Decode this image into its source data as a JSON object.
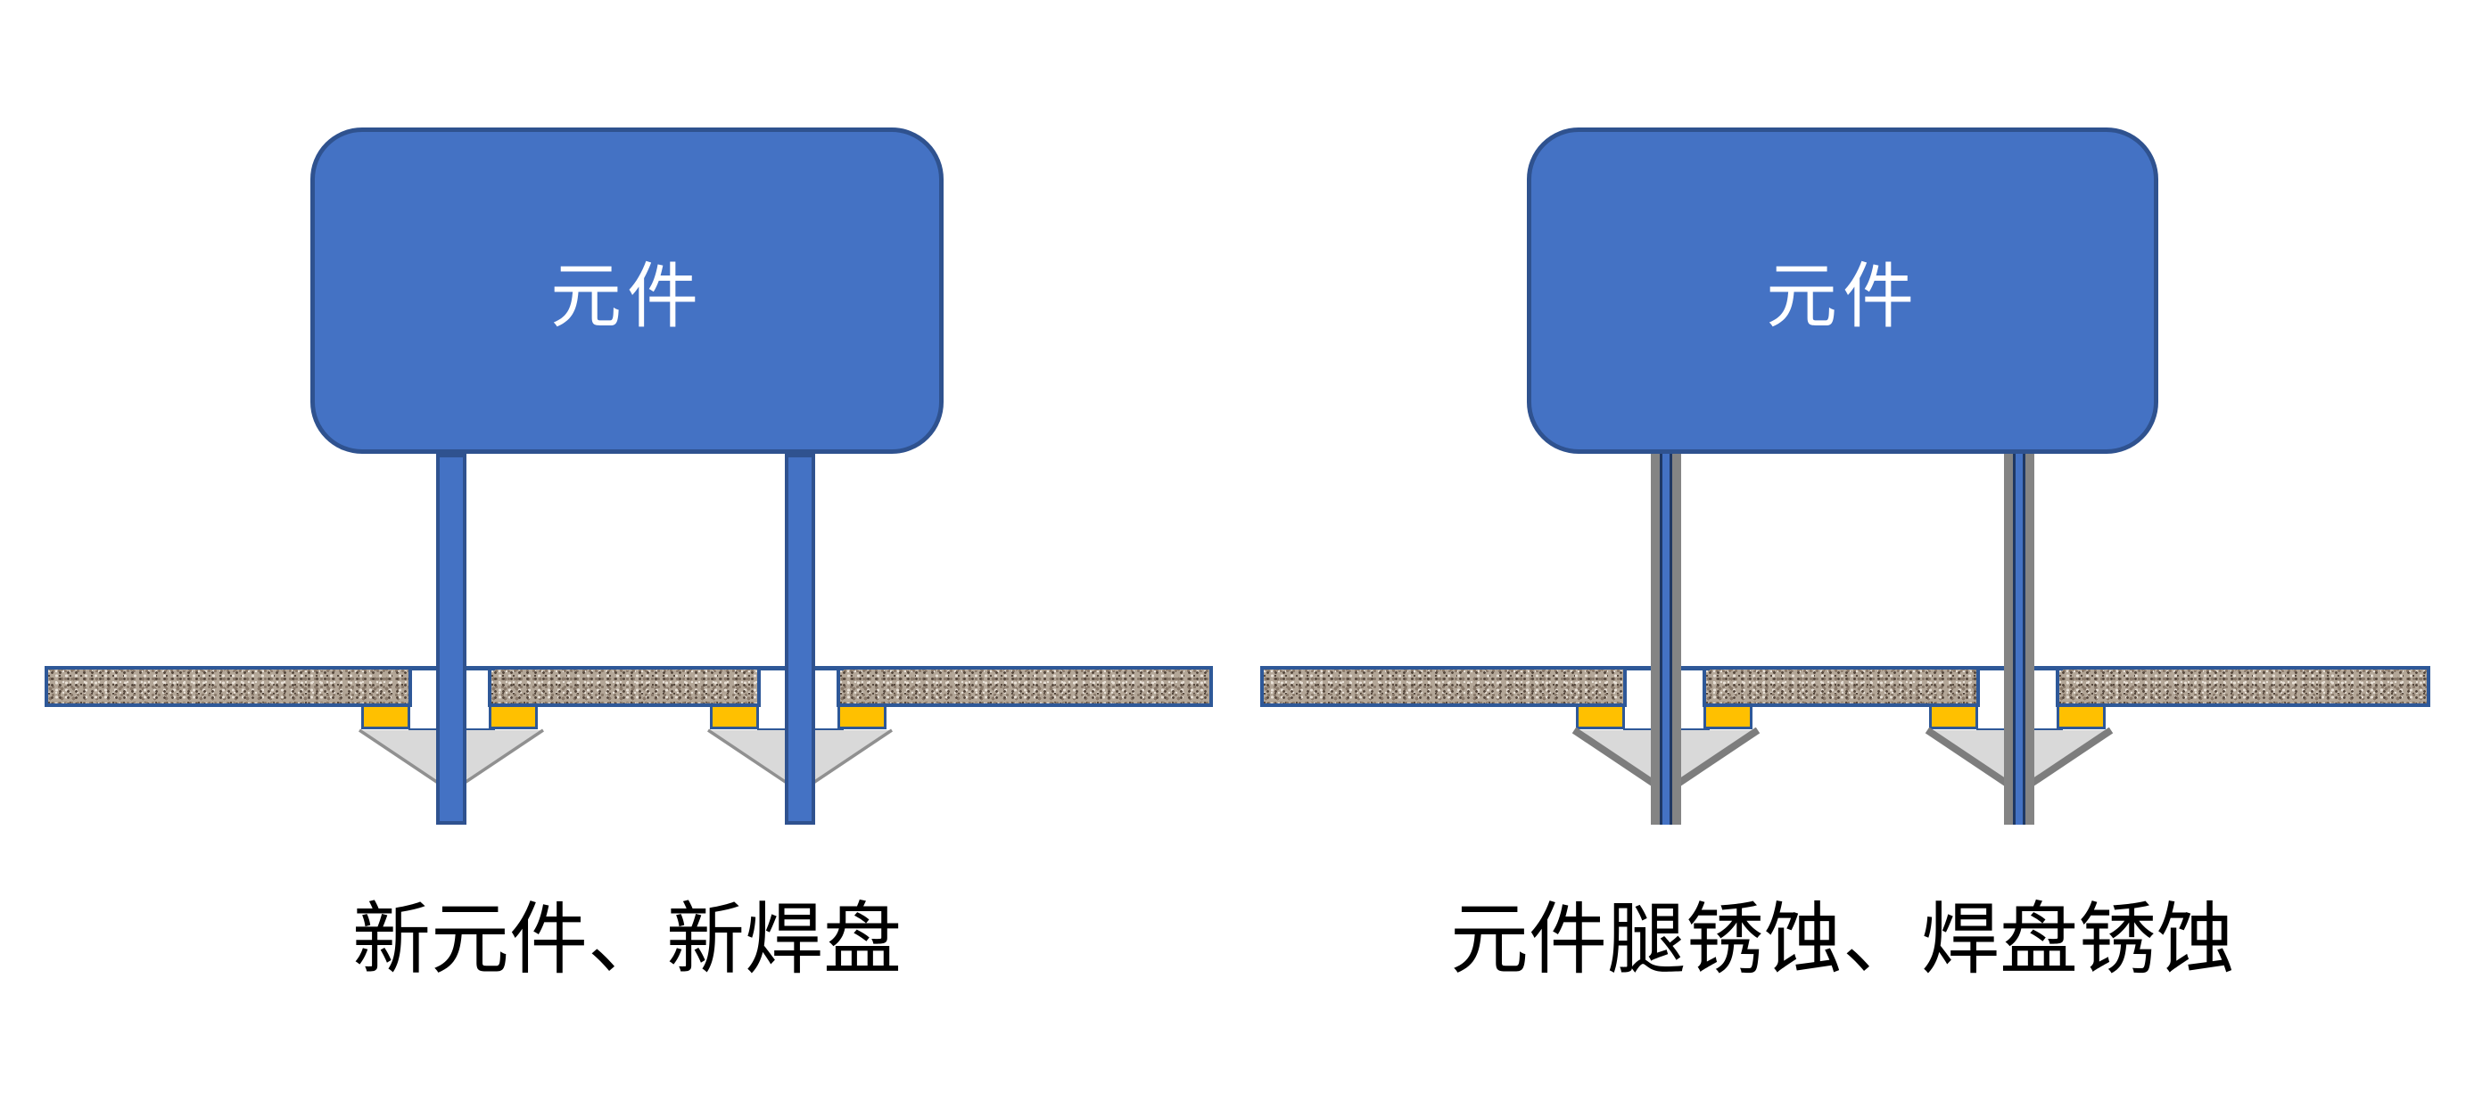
{
  "left_diagram": {
    "component_label": "元件",
    "caption": "新元件、新焊盘",
    "condition": "new"
  },
  "right_diagram": {
    "component_label": "元件",
    "caption": "元件腿锈蚀、焊盘锈蚀",
    "condition": "corroded"
  },
  "palette": {
    "background": "#FFFFFF",
    "component_fill": "#4472C4",
    "component_border": "#2F528F",
    "leg_fill": "#4472C4",
    "leg_border": "#2F528F",
    "leg_core_border": "#1F3864",
    "corroded_leg_gray": "#848484",
    "pad_fill": "#FFC000",
    "pad_border": "#2E5898",
    "board_border": "#2E5898",
    "board_base": "#B3A697",
    "speck_dark": "#57493E",
    "speck_mid": "#8A7A6B",
    "speck_light": "#E8E0D6",
    "solder_fill": "#D9D9D9",
    "solder_border_new": "#909090",
    "solder_border_corroded": "#7D7D7D",
    "label_color": "#FFFFFF",
    "caption_color": "#000000"
  }
}
